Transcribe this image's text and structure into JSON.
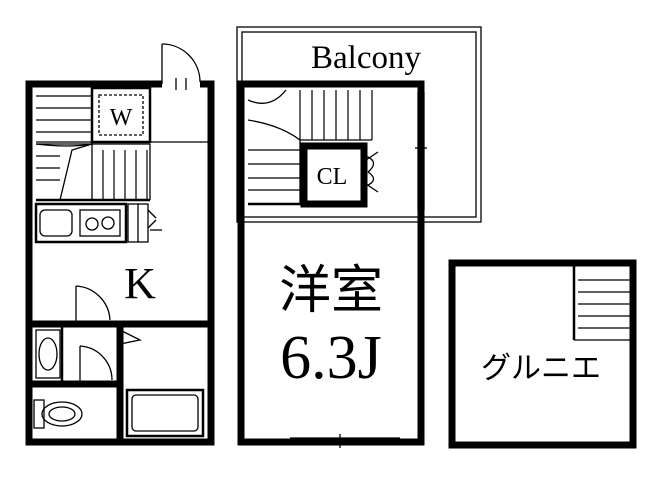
{
  "labels": {
    "balcony": "Balcony",
    "washer": "W",
    "closet": "CL",
    "kitchen": "K",
    "room_name": "洋室",
    "room_size": "6.3J",
    "loft": "グルニエ"
  },
  "colors": {
    "line": "#000000",
    "background": "#ffffff"
  }
}
